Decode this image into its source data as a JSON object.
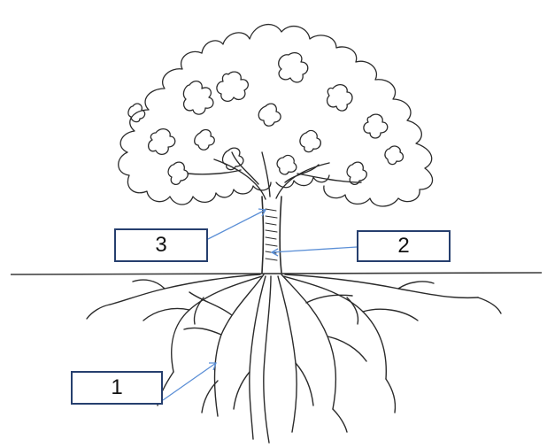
{
  "diagram": {
    "labels": [
      {
        "id": "3",
        "text": "3"
      },
      {
        "id": "2",
        "text": "2"
      },
      {
        "id": "1",
        "text": "1"
      }
    ],
    "colors": {
      "ink": "#2b2b2b",
      "box_border": "#263f6e",
      "arrow": "#5b8fd6",
      "background": "#ffffff"
    }
  }
}
